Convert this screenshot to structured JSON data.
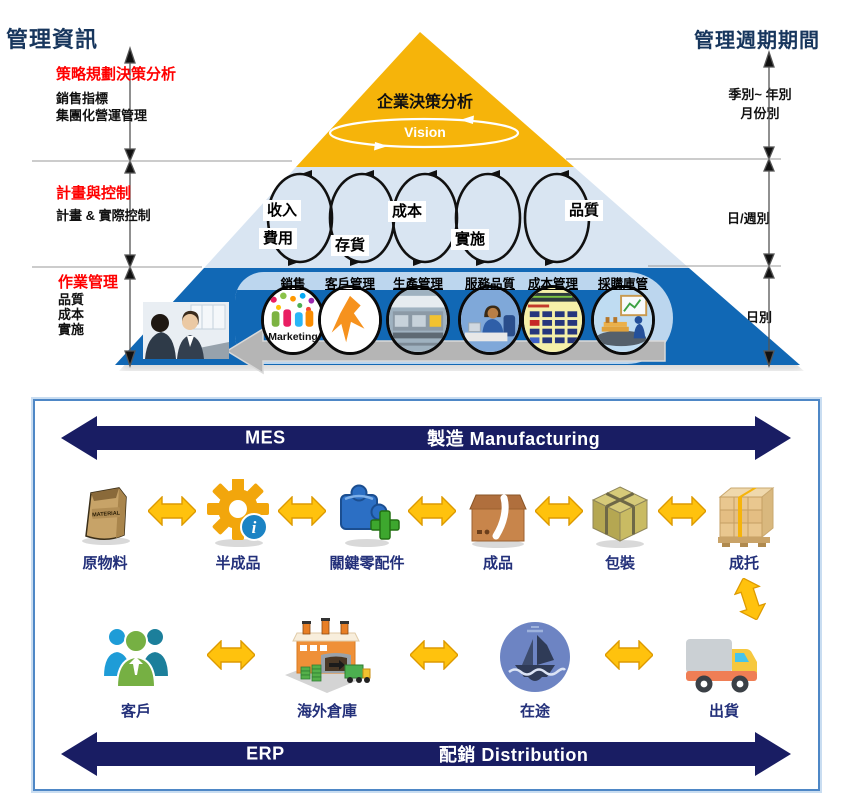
{
  "pyramid": {
    "left_header": "管理資訊",
    "right_header": "管理週期期間",
    "strategy": {
      "title": "策略規劃決策分析",
      "lines": [
        "銷售指標",
        "集團化營運管理"
      ]
    },
    "planning": {
      "title": "計畫與控制",
      "lines": [
        "計畫 & 實際控制"
      ]
    },
    "operations": {
      "title": "作業管理",
      "lines": [
        "品質",
        "成本",
        "實施"
      ]
    },
    "periods": {
      "top_a": "季別~ 年別",
      "top_b": "月份別",
      "mid": "日/週別",
      "base": "日別"
    },
    "apex": {
      "title": "企業決策分析",
      "vision": "Vision"
    },
    "cycle_labels": {
      "income": "收入",
      "expense": "費用",
      "inventory": "存貨",
      "cost": "成本",
      "implement": "實施",
      "quality": "品質"
    },
    "ops_menu": [
      {
        "label": "銷售"
      },
      {
        "label": "客戶管理"
      },
      {
        "label": "生產管理"
      },
      {
        "label": "服務品質"
      },
      {
        "label": "成本管理"
      },
      {
        "label": "採購庫管"
      }
    ],
    "marketing_caption": "Marketing"
  },
  "flow": {
    "mes": {
      "system": "MES",
      "process": "製造 Manufacturing"
    },
    "erp": {
      "system": "ERP",
      "process": "配銷 Distribution"
    },
    "bag_text": "MATERIAL",
    "manufacturing_stages": [
      {
        "label": "原物料",
        "icon": "material-bag-icon"
      },
      {
        "label": "半成品",
        "icon": "gear-info-icon"
      },
      {
        "label": "關鍵零配件",
        "icon": "puzzle-plus-icon"
      },
      {
        "label": "成品",
        "icon": "carton-box-icon"
      },
      {
        "label": "包裝",
        "icon": "package-cube-icon"
      },
      {
        "label": "成托",
        "icon": "pallet-icon"
      }
    ],
    "distribution_stages": [
      {
        "label": "客戶",
        "icon": "customers-icon"
      },
      {
        "label": "海外倉庫",
        "icon": "warehouse-icon"
      },
      {
        "label": "在途",
        "icon": "ship-icon"
      },
      {
        "label": "出貨",
        "icon": "truck-icon"
      }
    ]
  },
  "colors": {
    "pyramid_top": "#F6B40A",
    "pyramid_mid": "#D9E5F2",
    "pyramid_base": "#1168B5",
    "band": "#BCD6EE",
    "navy_bar": "#191D63",
    "gold_arrow": "#FFC20D",
    "red_title": "#FF0000",
    "header_blue": "#17365D",
    "label_navy": "#23307A"
  }
}
